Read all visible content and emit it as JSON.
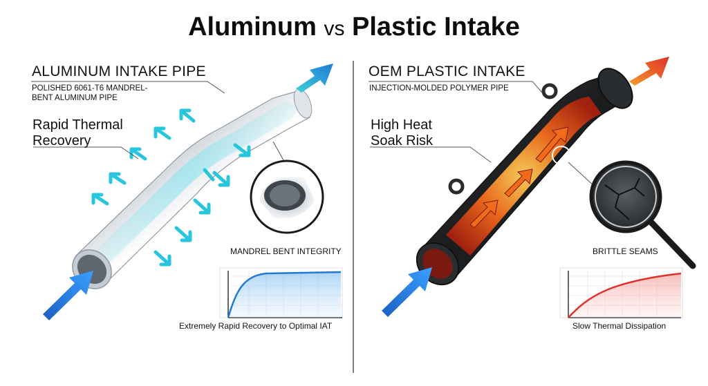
{
  "title": {
    "part1": "Aluminum",
    "vs": "vs",
    "part2": "Plastic Intake"
  },
  "left": {
    "heading": "ALUMINUM INTAKE PIPE",
    "subheading": "POLISHED 6061-T6 MANDREL-BENT ALUMINUM PIPE",
    "feature": "Rapid Thermal Recovery",
    "detail_caption": "MANDREL BENT INTEGRITY",
    "chart_caption": "Extremely Rapid Recovery to Optimal IAT",
    "accent": "#1f7ad6",
    "heat_arrow_color": "#27c6dc"
  },
  "right": {
    "heading": "OEM PLASTIC INTAKE",
    "subheading": "INJECTION-MOLDED POLYMER PIPE",
    "feature": "High Heat Soak Risk",
    "detail_caption": "BRITTLE SEAMS",
    "chart_caption": "Slow Thermal Dissipation",
    "accent": "#e0302a",
    "flame_color": "#f26a1b"
  },
  "chart_data": [
    {
      "type": "area",
      "curve": "fast-rise-plateau",
      "xlabel": "",
      "ylabel": ""
    },
    {
      "type": "area",
      "curve": "slow-rise",
      "xlabel": "",
      "ylabel": ""
    }
  ]
}
